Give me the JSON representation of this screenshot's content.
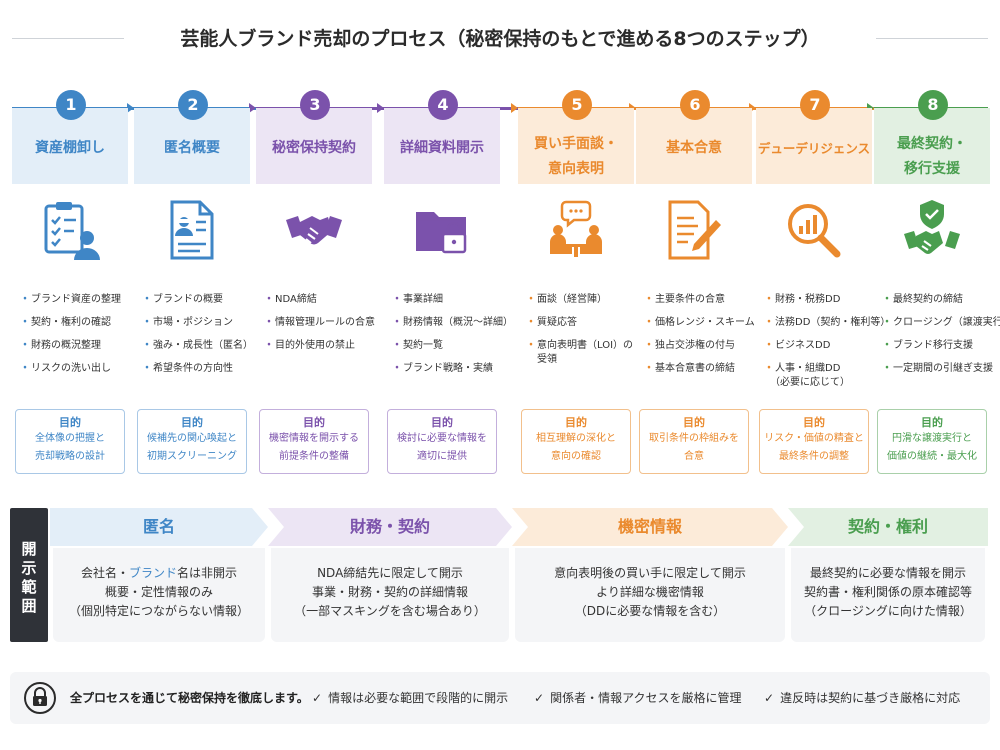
{
  "title": "芸能人ブランド売却のプロセス（秘密保持のもとで進める8つのステップ）",
  "colors": {
    "blue": "#3f86c6",
    "purple": "#7b52ab",
    "orange": "#ea8a2e",
    "green": "#4a9e4f"
  },
  "steps": [
    {
      "number": "1",
      "name": "資産棚卸し",
      "icon": "clipboard-person-icon",
      "items": [
        "ブランド資産の整理",
        "契約・権利の確認",
        "財務の概況整理",
        "リスクの洗い出し"
      ],
      "purpose_label": "目的",
      "purpose_lines": [
        "全体像の把握と",
        "売却戦略の設計"
      ]
    },
    {
      "number": "2",
      "name": "匿名概要",
      "icon": "anonymous-document-icon",
      "items": [
        "ブランドの概要",
        "市場・ポジション",
        "強み・成長性（匿名）",
        "希望条件の方向性"
      ],
      "purpose_label": "目的",
      "purpose_lines": [
        "候補先の関心喚起と",
        "初期スクリーニング"
      ]
    },
    {
      "number": "3",
      "name": "秘密保持契約",
      "icon": "handshake-icon",
      "items": [
        "NDA締結",
        "情報管理ルールの合意",
        "目的外使用の禁止"
      ],
      "purpose_label": "目的",
      "purpose_lines": [
        "機密情報を開示する",
        "前提条件の整備"
      ]
    },
    {
      "number": "4",
      "name": "詳細資料開示",
      "icon": "locked-folder-icon",
      "items": [
        "事業詳細",
        "財務情報（概況～詳細）",
        "契約一覧",
        "ブランド戦略・実績"
      ],
      "purpose_label": "目的",
      "purpose_lines": [
        "検討に必要な情報を",
        "適切に提供"
      ]
    },
    {
      "number": "5",
      "name_lines": [
        "買い手面談・",
        "意向表明"
      ],
      "icon": "meeting-icon",
      "items": [
        "面談（経営陣）",
        "質疑応答",
        "意向表明書（LOI）の",
        "受領"
      ],
      "purpose_label": "目的",
      "purpose_lines": [
        "相互理解の深化と",
        "意向の確認"
      ]
    },
    {
      "number": "6",
      "name": "基本合意",
      "icon": "document-pen-icon",
      "items": [
        "主要条件の合意",
        "価格レンジ・スキーム",
        "独占交渉権の付与",
        "基本合意書の締結"
      ],
      "purpose_label": "目的",
      "purpose_lines": [
        "取引条件の枠組みを",
        "合意"
      ]
    },
    {
      "number": "7",
      "name": "デューデリジェンス",
      "icon": "magnifier-chart-icon",
      "items": [
        "財務・税務DD",
        "法務DD（契約・権利等）",
        "ビジネスDD",
        "人事・組織DD",
        "（必要に応じて）"
      ],
      "purpose_label": "目的",
      "purpose_lines": [
        "リスク・価値の精査と",
        "最終条件の調整"
      ]
    },
    {
      "number": "8",
      "name_lines": [
        "最終契約・",
        "移行支援"
      ],
      "icon": "shield-handshake-icon",
      "items": [
        "最終契約の締結",
        "クロージング（譲渡実行）",
        "ブランド移行支援",
        "一定期間の引継ぎ支援"
      ],
      "purpose_label": "目的",
      "purpose_lines": [
        "円滑な譲渡実行と",
        "価値の継続・最大化"
      ]
    }
  ],
  "disclosure": {
    "side_label": [
      "開",
      "示",
      "範",
      "囲"
    ],
    "phases": [
      {
        "title": "匿名",
        "lines": [
          "会社名・ブランド名は非開示",
          "概要・定性情報のみ",
          "（個別特定につながらない情報）"
        ]
      },
      {
        "title": "財務・契約",
        "lines": [
          "NDA締結先に限定して開示",
          "事業・財務・契約の詳細情報",
          "（一部マスキングを含む場合あり）"
        ]
      },
      {
        "title": "機密情報",
        "lines": [
          "意向表明後の買い手に限定して開示",
          "より詳細な機密情報",
          "（DDに必要な情報を含む）"
        ]
      },
      {
        "title": "契約・権利",
        "lines": [
          "最終契約に必要な情報を開示",
          "契約書・権利関係の原本確認等",
          "（クロージングに向けた情報）"
        ]
      }
    ]
  },
  "footer": {
    "icon": "lock-icon",
    "main": "全プロセスを通じて秘密保持を徹底します。",
    "points": [
      "情報は必要な範囲で段階的に開示",
      "関係者・情報アクセスを厳格に管理",
      "違反時は契約に基づき厳格に対応"
    ]
  }
}
